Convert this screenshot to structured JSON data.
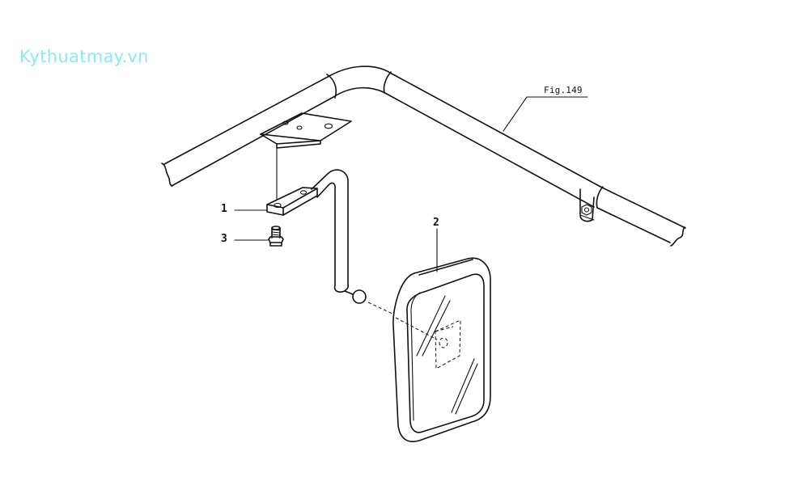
{
  "watermark": {
    "text": "Kythuatmay.vn",
    "color": "#8ee8f2"
  },
  "figure_ref": {
    "text": "Fig.149"
  },
  "callouts": [
    {
      "label": "1",
      "part": "mirror-stay-bracket"
    },
    {
      "label": "2",
      "part": "mirror"
    },
    {
      "label": "3",
      "part": "bolt"
    }
  ]
}
